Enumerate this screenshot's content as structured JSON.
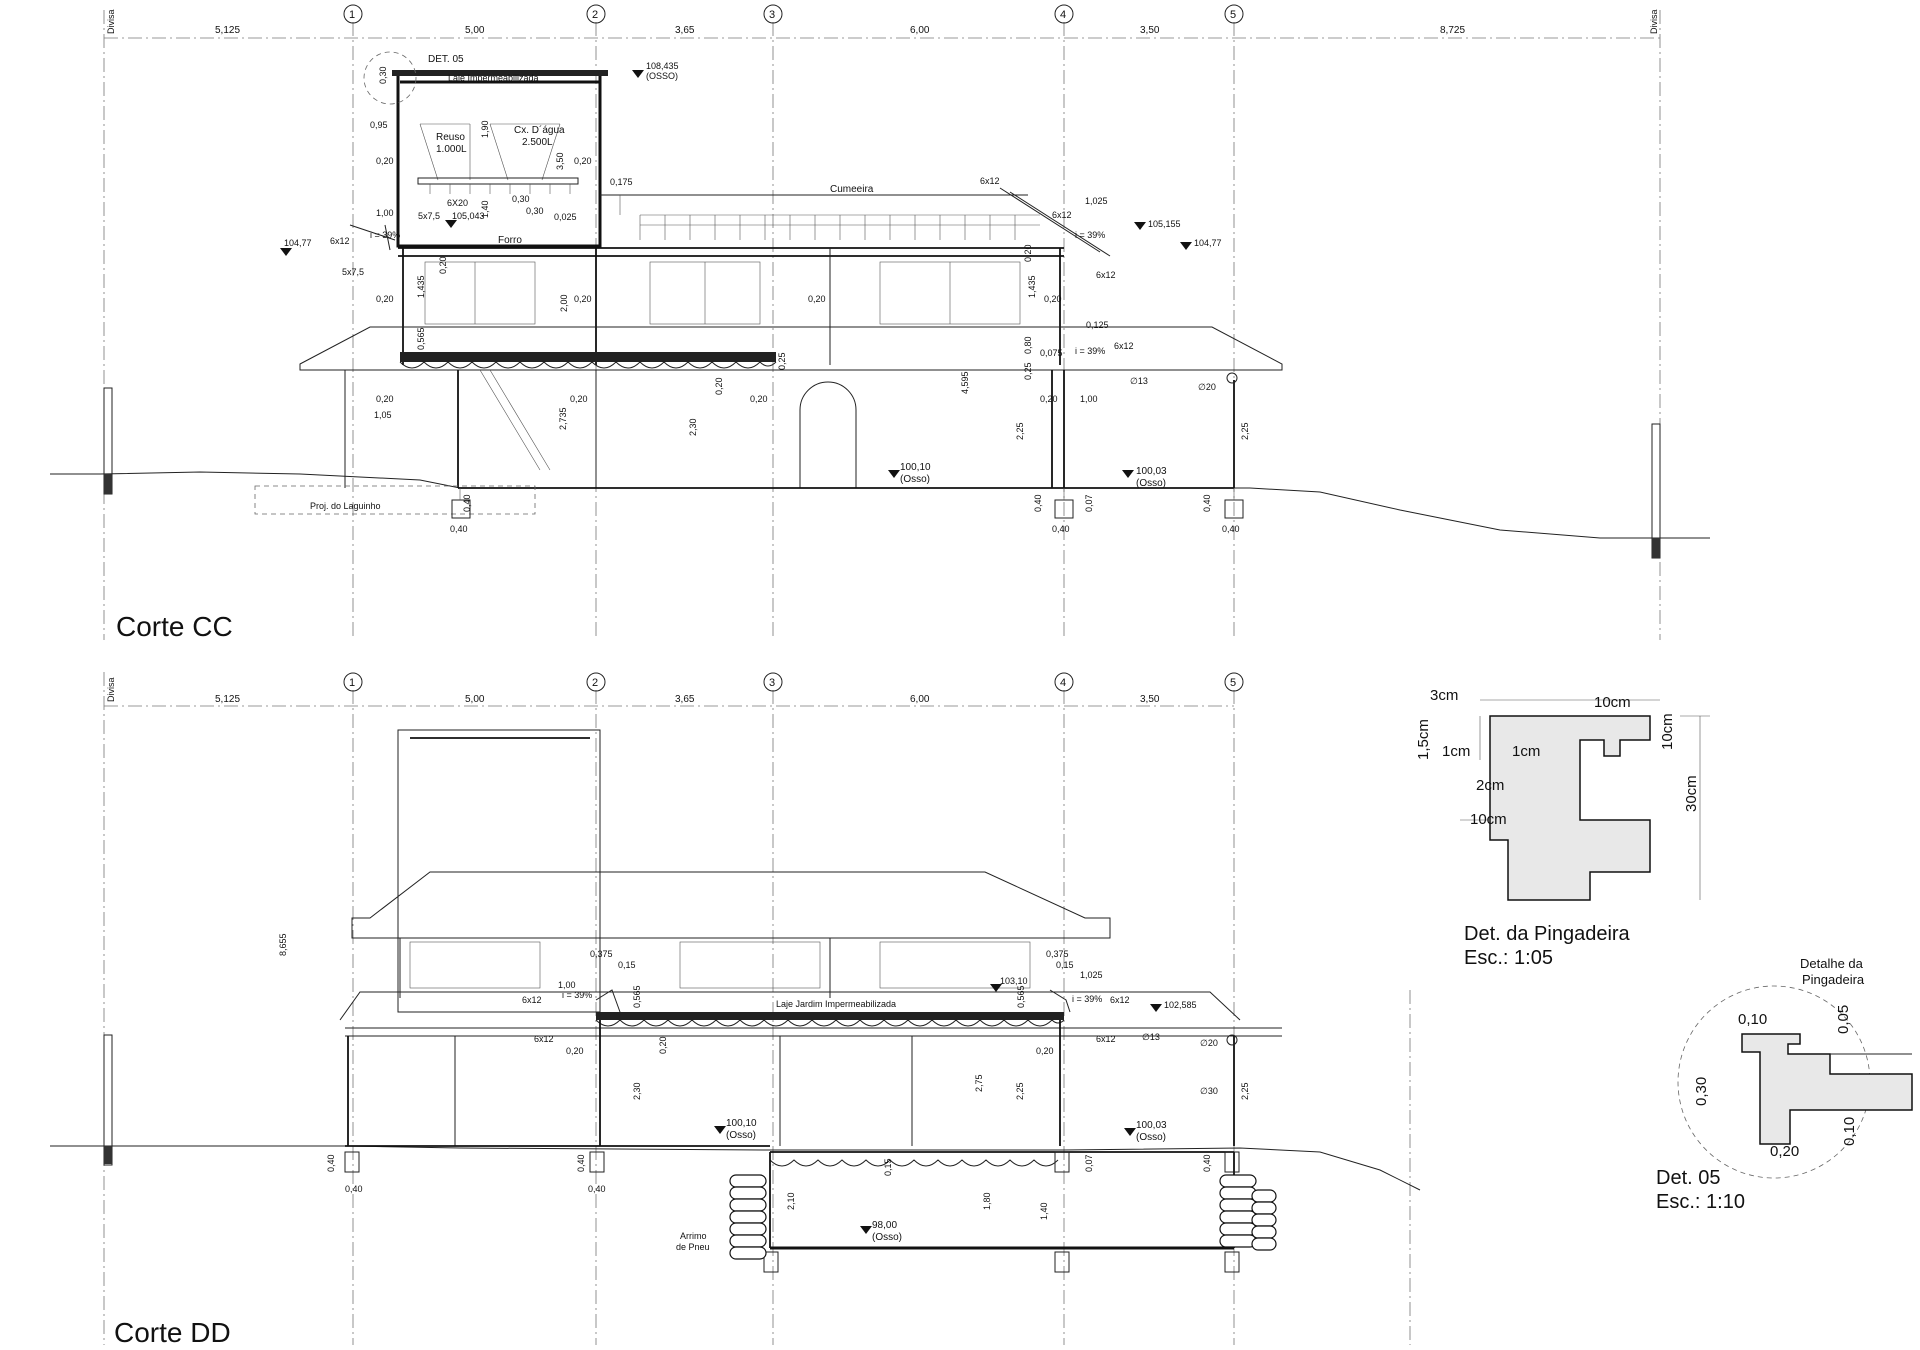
{
  "grid": {
    "divisa": "Divisa",
    "axes": [
      "1",
      "2",
      "3",
      "4",
      "5"
    ],
    "cc_spacings": [
      "5,125",
      "5,00",
      "3,65",
      "6,00",
      "3,50",
      "8,725"
    ],
    "dd_spacings": [
      "5,125",
      "5,00",
      "3,65",
      "6,00",
      "3,50"
    ]
  },
  "corte_cc": {
    "title": "Corte CC",
    "det05_tag": "DET. 05",
    "laje": "Laje Impermeabilizada",
    "level_top": "108,435",
    "level_top_sub": "(OSSO)",
    "reuso": "Reuso",
    "reuso_vol": "1.000L",
    "cx_agua": "Cx. D´água",
    "cx_vol": "2.500L",
    "cumeeira": "Cumeeira",
    "forro": "Forro",
    "level_left": "104,77",
    "level_right": "104,77",
    "level_105155": "105,155",
    "level_105043": "105,043",
    "slope": "i = 39%",
    "timber_6x12": "6x12",
    "timber_6x20": "6X20",
    "timber_5x75": "5x7,5",
    "level_floor": "100,10",
    "level_floor_sub": "(Osso)",
    "level_floor2": "100,03",
    "level_floor2_sub": "(Osso)",
    "proj_laguinho": "Proj. do Laguinho",
    "dims": {
      "d030": "0,30",
      "d095": "0,95",
      "d020": "0,20",
      "d100": "1,00",
      "d1435": "1,435",
      "d0565": "0,565",
      "d105": "1,05",
      "d2735": "2,735",
      "d230": "2,30",
      "d200": "2,00",
      "d4595": "4,595",
      "d0175": "0,175",
      "d1025": "1,025",
      "d0125": "0,125",
      "d0075": "0,075",
      "d080": "0,80",
      "d025": "0,25",
      "d225": "2,25",
      "d040": "0,40",
      "d350": "3,50",
      "d190": "1,90",
      "d140": "1,40",
      "d0025": "0,025",
      "d007": "0,07",
      "d13": "∅13",
      "d20": "∅20"
    }
  },
  "corte_dd": {
    "title": "Corte DD",
    "laje_jardim": "Laje Jardim Impermeabilizada",
    "level_103": "103,10",
    "level_102": "102,585",
    "level_floor": "100,10",
    "level_floor_sub": "(Osso)",
    "level_floor2": "100,03",
    "level_floor2_sub": "(Osso)",
    "level_low": "98,00",
    "level_low_sub": "(Osso)",
    "arrimo": "Arrimo",
    "arrimo2": "de Pneu",
    "slope": "i = 39%",
    "timber_6x12": "6x12",
    "dims": {
      "d8655": "8,655",
      "d0375": "0,375",
      "d015": "0,15",
      "d100": "1,00",
      "d1025": "1,025",
      "d0565": "0,565",
      "d020": "0,20",
      "d230": "2,30",
      "d275": "2,75",
      "d225": "2,25",
      "d040": "0,40",
      "d210": "2,10",
      "d180": "1,80",
      "d140": "1,40",
      "d13": "∅13",
      "d20": "∅20",
      "d30": "∅30",
      "d007": "0,07"
    }
  },
  "det_pingadeira": {
    "title": "Det. da Pingadeira",
    "scale": "Esc.: 1:05",
    "d3cm": "3cm",
    "d10cm_top": "10cm",
    "d15cm": "1,5cm",
    "d1cm_a": "1cm",
    "d1cm_b": "1cm",
    "d10cm_r": "10cm",
    "d2cm": "2cm",
    "d30cm": "30cm",
    "d10cm_b": "10cm"
  },
  "det_05": {
    "title": "Det. 05",
    "scale": "Esc.: 1:10",
    "callout": "Detalhe da",
    "callout2": "Pingadeira",
    "d010_top": "0,10",
    "d005": "0,05",
    "d030": "0,30",
    "d020": "0,20",
    "d010_r": "0,10"
  }
}
